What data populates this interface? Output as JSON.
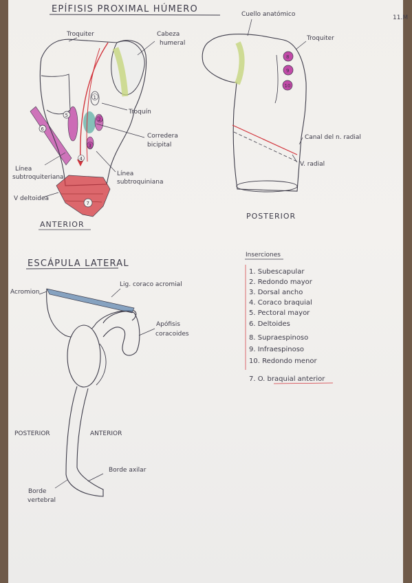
{
  "page_mark": "11.M",
  "humerus": {
    "title": "EPÍFISIS PROXIMAL HÚMERO",
    "anterior": {
      "view_label": "ANTERIOR",
      "labels": {
        "troquiter": "Troquiter",
        "cabeza_humeral": [
          "Cabeza",
          "humeral"
        ],
        "troquin": "Troquín",
        "corredera_bicipital": [
          "Corredera",
          "bicipital"
        ],
        "linea_subtroquiteriana": [
          "Línea",
          "subtroquiteriana"
        ],
        "linea_subtroquiniana": [
          "Línea",
          "subtroquiniana"
        ],
        "v_deltoidea": "V deltoidea"
      },
      "markers": [
        "1",
        "2",
        "3",
        "4",
        "5",
        "6",
        "7"
      ]
    },
    "posterior": {
      "view_label": "POSTERIOR",
      "labels": {
        "cuello_anatomico": "Cuello anatómico",
        "troquiter": "Troquiter",
        "canal_nervio_radial": "Canal del n. radial",
        "v_radial": "V. radial"
      },
      "markers": [
        "8",
        "9",
        "10"
      ]
    }
  },
  "insertions": {
    "heading": "Inserciones",
    "items": [
      "1. Subescapular",
      "2. Redondo mayor",
      "3. Dorsal ancho",
      "4. Coraco braquial",
      "5. Pectoral mayor",
      "6. Deltoides",
      "8. Supraespinoso",
      "9. Infraespinoso",
      "10. Redondo menor",
      "7. O. braquial anterior"
    ]
  },
  "scapula": {
    "title": "ESCÁPULA LATERAL",
    "labels": {
      "acromion": "Acromion",
      "lig_coracoacromial": "Lig. coraco acromial",
      "apofisis_coracoides": [
        "Apófisis",
        "coracoides"
      ],
      "posterior": "POSTERIOR",
      "anterior": "ANTERIOR",
      "borde_axilar": "Borde axilar",
      "borde_vertebral": [
        "Borde",
        "vertebral"
      ]
    }
  },
  "colors": {
    "ink": "#3c3a48",
    "pink": "#c24aa8",
    "red": "#d2323a",
    "green": "#c6d67e",
    "teal": "#5fb0a6",
    "blue": "#6a8fb4"
  }
}
